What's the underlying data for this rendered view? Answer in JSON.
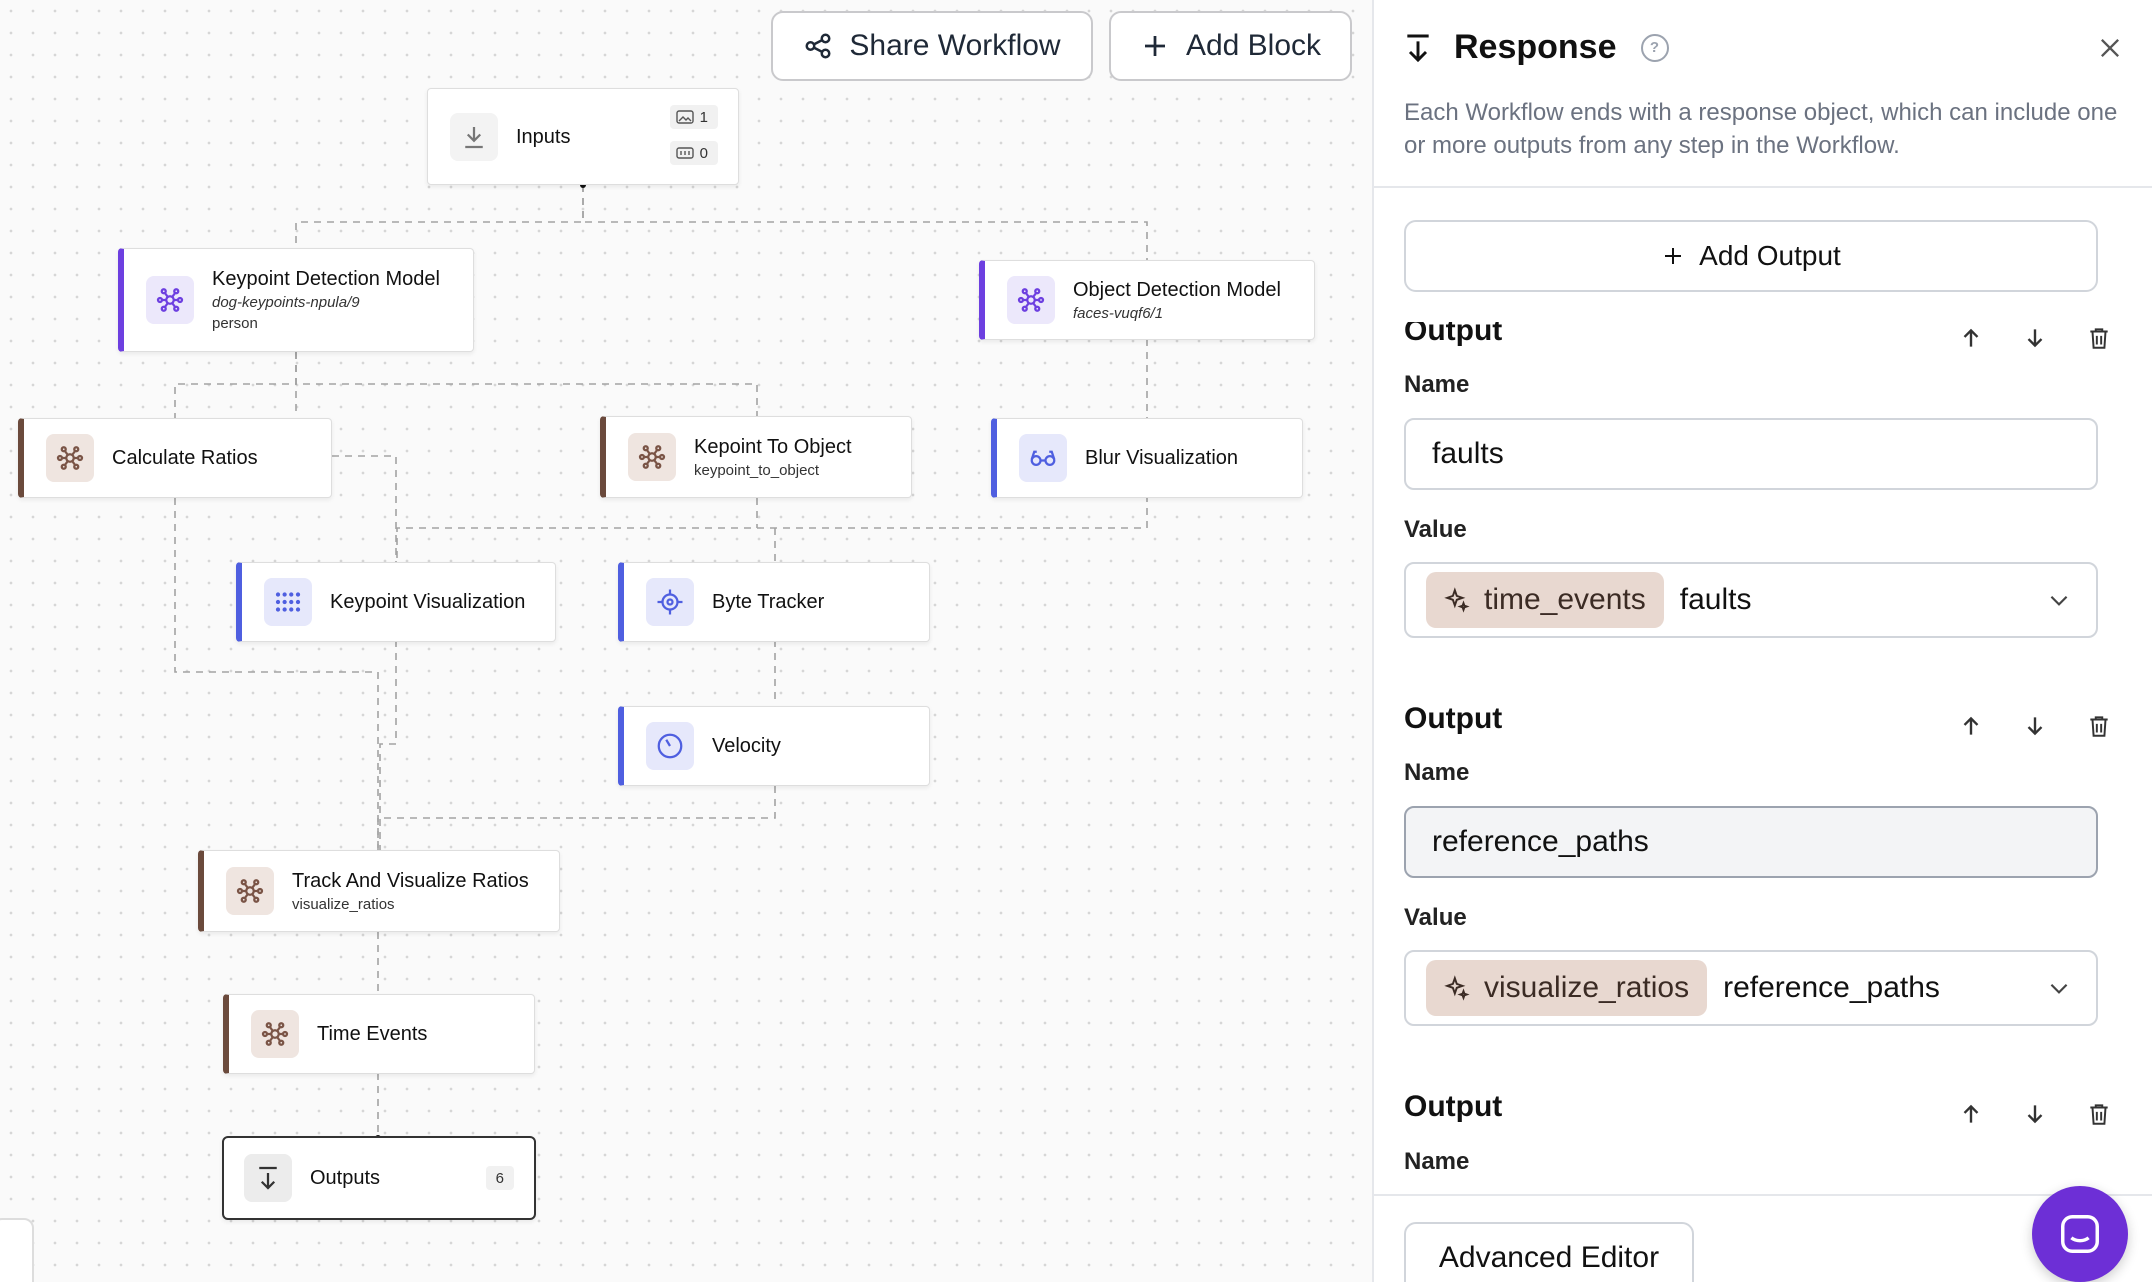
{
  "toolbar": {
    "share_label": "Share Workflow",
    "add_block_label": "Add Block"
  },
  "nodes": {
    "inputs": {
      "title": "Inputs",
      "image_count": "1",
      "param_count": "0"
    },
    "keypoint_detection": {
      "title": "Keypoint Detection Model",
      "subtitle": "dog-keypoints-npula/9",
      "subtitle2": "person"
    },
    "object_detection": {
      "title": "Object Detection Model",
      "subtitle": "faces-vuqf6/1"
    },
    "calculate_ratios": {
      "title": "Calculate Ratios"
    },
    "kepoint_to_object": {
      "title": "Kepoint To Object",
      "subtitle": "keypoint_to_object"
    },
    "blur_visualization": {
      "title": "Blur Visualization"
    },
    "keypoint_visualization": {
      "title": "Keypoint Visualization"
    },
    "byte_tracker": {
      "title": "Byte Tracker"
    },
    "velocity": {
      "title": "Velocity"
    },
    "track_visualize": {
      "title": "Track And Visualize Ratios",
      "subtitle": "visualize_ratios"
    },
    "time_events": {
      "title": "Time Events"
    },
    "outputs": {
      "title": "Outputs",
      "count": "6"
    }
  },
  "panel": {
    "title": "Response",
    "help": "?",
    "description": "Each Workflow ends with a response object, which can include one or more outputs from any step in the Workflow.",
    "add_output_label": "Add Output",
    "name_label": "Name",
    "value_label": "Value",
    "section_title": "Output",
    "outputs": [
      {
        "name": "faults",
        "value_source": "time_events",
        "value_field": "faults"
      },
      {
        "name": "reference_paths",
        "value_source": "visualize_ratios",
        "value_field": "reference_paths"
      },
      {
        "name": ""
      }
    ],
    "advanced_editor_label": "Advanced Editor"
  },
  "colors": {
    "brown_accent": "#6b4a3c",
    "purple_accent": "#6d3fe0",
    "blue_accent": "#4f5fe0",
    "chat_button": "#6d2fd6"
  }
}
